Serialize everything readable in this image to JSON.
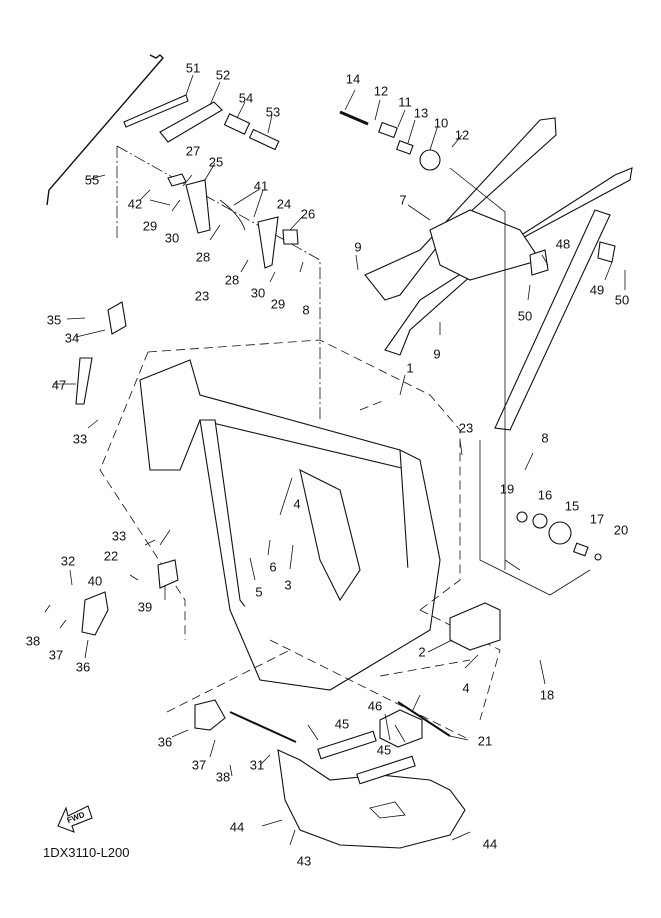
{
  "diagram": {
    "type": "exploded-parts-diagram",
    "subject": "Frame",
    "code": "1DX3110-L200",
    "direction_marker": "FWD",
    "callouts": [
      {
        "id": "c1",
        "label": "1"
      },
      {
        "id": "c2",
        "label": "2"
      },
      {
        "id": "c3",
        "label": "3"
      },
      {
        "id": "c4a",
        "label": "4"
      },
      {
        "id": "c4b",
        "label": "4"
      },
      {
        "id": "c5",
        "label": "5"
      },
      {
        "id": "c6",
        "label": "6"
      },
      {
        "id": "c7",
        "label": "7"
      },
      {
        "id": "c8a",
        "label": "8"
      },
      {
        "id": "c8b",
        "label": "8"
      },
      {
        "id": "c9a",
        "label": "9"
      },
      {
        "id": "c9b",
        "label": "9"
      },
      {
        "id": "c10",
        "label": "10"
      },
      {
        "id": "c11",
        "label": "11"
      },
      {
        "id": "c12a",
        "label": "12"
      },
      {
        "id": "c12b",
        "label": "12"
      },
      {
        "id": "c13",
        "label": "13"
      },
      {
        "id": "c14",
        "label": "14"
      },
      {
        "id": "c15",
        "label": "15"
      },
      {
        "id": "c16",
        "label": "16"
      },
      {
        "id": "c17",
        "label": "17"
      },
      {
        "id": "c18",
        "label": "18"
      },
      {
        "id": "c19",
        "label": "19"
      },
      {
        "id": "c20",
        "label": "20"
      },
      {
        "id": "c21",
        "label": "21"
      },
      {
        "id": "c22",
        "label": "22"
      },
      {
        "id": "c23a",
        "label": "23"
      },
      {
        "id": "c23b",
        "label": "23"
      },
      {
        "id": "c24",
        "label": "24"
      },
      {
        "id": "c25",
        "label": "25"
      },
      {
        "id": "c26",
        "label": "26"
      },
      {
        "id": "c27",
        "label": "27"
      },
      {
        "id": "c28a",
        "label": "28"
      },
      {
        "id": "c28b",
        "label": "28"
      },
      {
        "id": "c29a",
        "label": "29"
      },
      {
        "id": "c29b",
        "label": "29"
      },
      {
        "id": "c30a",
        "label": "30"
      },
      {
        "id": "c30b",
        "label": "30"
      },
      {
        "id": "c31",
        "label": "31"
      },
      {
        "id": "c32",
        "label": "32"
      },
      {
        "id": "c33a",
        "label": "33"
      },
      {
        "id": "c33b",
        "label": "33"
      },
      {
        "id": "c34",
        "label": "34"
      },
      {
        "id": "c35",
        "label": "35"
      },
      {
        "id": "c36a",
        "label": "36"
      },
      {
        "id": "c36b",
        "label": "36"
      },
      {
        "id": "c37a",
        "label": "37"
      },
      {
        "id": "c37b",
        "label": "37"
      },
      {
        "id": "c38a",
        "label": "38"
      },
      {
        "id": "c38b",
        "label": "38"
      },
      {
        "id": "c39",
        "label": "39"
      },
      {
        "id": "c40",
        "label": "40"
      },
      {
        "id": "c41",
        "label": "41"
      },
      {
        "id": "c42",
        "label": "42"
      },
      {
        "id": "c43",
        "label": "43"
      },
      {
        "id": "c44a",
        "label": "44"
      },
      {
        "id": "c44b",
        "label": "44"
      },
      {
        "id": "c45a",
        "label": "45"
      },
      {
        "id": "c45b",
        "label": "45"
      },
      {
        "id": "c46",
        "label": "46"
      },
      {
        "id": "c47",
        "label": "47"
      },
      {
        "id": "c48",
        "label": "48"
      },
      {
        "id": "c49",
        "label": "49"
      },
      {
        "id": "c50a",
        "label": "50"
      },
      {
        "id": "c50b",
        "label": "50"
      },
      {
        "id": "c51",
        "label": "51"
      },
      {
        "id": "c52",
        "label": "52"
      },
      {
        "id": "c53",
        "label": "53"
      },
      {
        "id": "c54",
        "label": "54"
      },
      {
        "id": "c55",
        "label": "55"
      }
    ]
  }
}
